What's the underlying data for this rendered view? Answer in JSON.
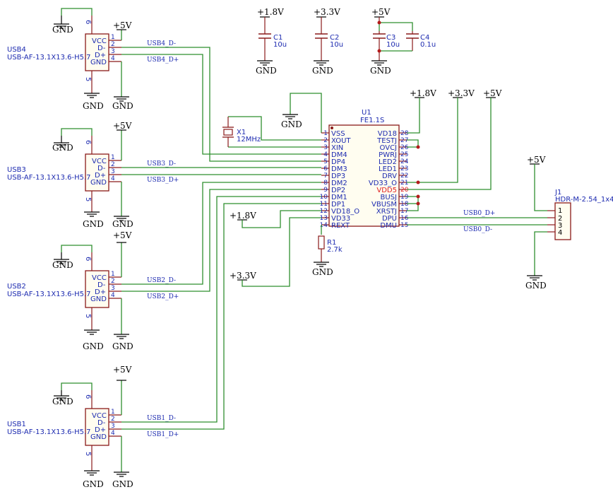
{
  "colors": {
    "wire": "#2f8f2f",
    "component": "#8a1a1a",
    "text": "#1d2bb0",
    "junction": "#b41b1b",
    "error": "#e02020"
  },
  "power": {
    "gnd": "GND",
    "v5": "+5V",
    "v33": "+3.3V",
    "v18": "+1.8V"
  },
  "usb_connector": {
    "footprint": "USB-AF-13.1X13.6-H5.7",
    "pins": [
      {
        "num": "1",
        "name": "VCC"
      },
      {
        "num": "2",
        "name": "D-"
      },
      {
        "num": "3",
        "name": "D+"
      },
      {
        "num": "4",
        "name": "GND"
      }
    ],
    "shield_pins": [
      "6",
      "5"
    ]
  },
  "usb_ports": [
    {
      "ref": "USB4",
      "dm_net": "USB4_D-",
      "dp_net": "USB4_D+"
    },
    {
      "ref": "USB3",
      "dm_net": "USB3_D-",
      "dp_net": "USB3_D+"
    },
    {
      "ref": "USB2",
      "dm_net": "USB2_D-",
      "dp_net": "USB2_D+"
    },
    {
      "ref": "USB1",
      "dm_net": "USB1_D-",
      "dp_net": "USB1_D+"
    }
  ],
  "capacitors": [
    {
      "ref": "C1",
      "value": "10u",
      "rail": "+1.8V"
    },
    {
      "ref": "C2",
      "value": "10u",
      "rail": "+3.3V"
    },
    {
      "ref": "C3",
      "value": "10u",
      "rail": "+5V"
    },
    {
      "ref": "C4",
      "value": "0.1u",
      "rail": "+5V"
    }
  ],
  "crystal": {
    "ref": "X1",
    "value": "12MHz"
  },
  "resistor": {
    "ref": "R1",
    "value": "2.7k"
  },
  "hub_ic": {
    "ref": "U1",
    "value": "FE1.1S",
    "left_pins": [
      {
        "num": "1",
        "name": "VSS"
      },
      {
        "num": "2",
        "name": "XOUT"
      },
      {
        "num": "3",
        "name": "XIN"
      },
      {
        "num": "4",
        "name": "DM4"
      },
      {
        "num": "5",
        "name": "DP4"
      },
      {
        "num": "6",
        "name": "DM3"
      },
      {
        "num": "7",
        "name": "DP3"
      },
      {
        "num": "8",
        "name": "DM2"
      },
      {
        "num": "9",
        "name": "DP2"
      },
      {
        "num": "10",
        "name": "DM1"
      },
      {
        "num": "11",
        "name": "DP1"
      },
      {
        "num": "12",
        "name": "VD18_O"
      },
      {
        "num": "13",
        "name": "VD33"
      },
      {
        "num": "14",
        "name": "REXT"
      }
    ],
    "right_pins": [
      {
        "num": "28",
        "name": "VD18"
      },
      {
        "num": "27",
        "name": "TESTJ"
      },
      {
        "num": "26",
        "name": "OVCJ"
      },
      {
        "num": "25",
        "name": "PWRJ"
      },
      {
        "num": "24",
        "name": "LED2"
      },
      {
        "num": "23",
        "name": "LED1"
      },
      {
        "num": "22",
        "name": "DRV"
      },
      {
        "num": "21",
        "name": "VD33_O"
      },
      {
        "num": "20",
        "name": "VDD5"
      },
      {
        "num": "19",
        "name": "BUSJ"
      },
      {
        "num": "18",
        "name": "VBUSM"
      },
      {
        "num": "17",
        "name": "XRSTJ"
      },
      {
        "num": "16",
        "name": "DPU"
      },
      {
        "num": "15",
        "name": "DMU"
      }
    ]
  },
  "header": {
    "ref": "J1",
    "value": "HDR-M-2.54_1x4",
    "pins": [
      "1",
      "2",
      "3",
      "4"
    ]
  },
  "upstream": {
    "dp_net": "USB0_D+",
    "dm_net": "USB0_D-"
  }
}
